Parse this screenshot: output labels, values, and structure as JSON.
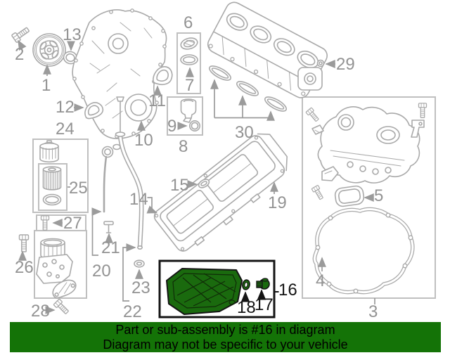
{
  "banner": {
    "line1": "Part or sub-assembly is #16 in diagram",
    "line2": "Diagram may not be specific to your vehicle"
  },
  "colors": {
    "banner_bg": "#147307",
    "banner_text": "#000000",
    "highlight_green": "#1a6a0e",
    "highlight_box_border": "#141414",
    "diagram_line_gray": "#a9a9a9",
    "label_gray": "#939393",
    "label_black": "#141414",
    "box_gray": "#bfbfbf"
  },
  "highlighted_part_number": "16",
  "labels": [
    {
      "num": "2"
    },
    {
      "num": "1"
    },
    {
      "num": "13"
    },
    {
      "num": "12"
    },
    {
      "num": "24"
    },
    {
      "num": "25"
    },
    {
      "num": "27"
    },
    {
      "num": "26"
    },
    {
      "num": "28"
    },
    {
      "num": "20"
    },
    {
      "num": "21"
    },
    {
      "num": "23"
    },
    {
      "num": "22"
    },
    {
      "num": "14"
    },
    {
      "num": "15"
    },
    {
      "num": "10"
    },
    {
      "num": "11"
    },
    {
      "num": "6"
    },
    {
      "num": "7"
    },
    {
      "num": "9"
    },
    {
      "num": "8"
    },
    {
      "num": "30"
    },
    {
      "num": "29"
    },
    {
      "num": "19"
    },
    {
      "num": "5"
    },
    {
      "num": "4"
    },
    {
      "num": "3"
    },
    {
      "num": "16"
    },
    {
      "num": "17"
    },
    {
      "num": "18"
    }
  ]
}
